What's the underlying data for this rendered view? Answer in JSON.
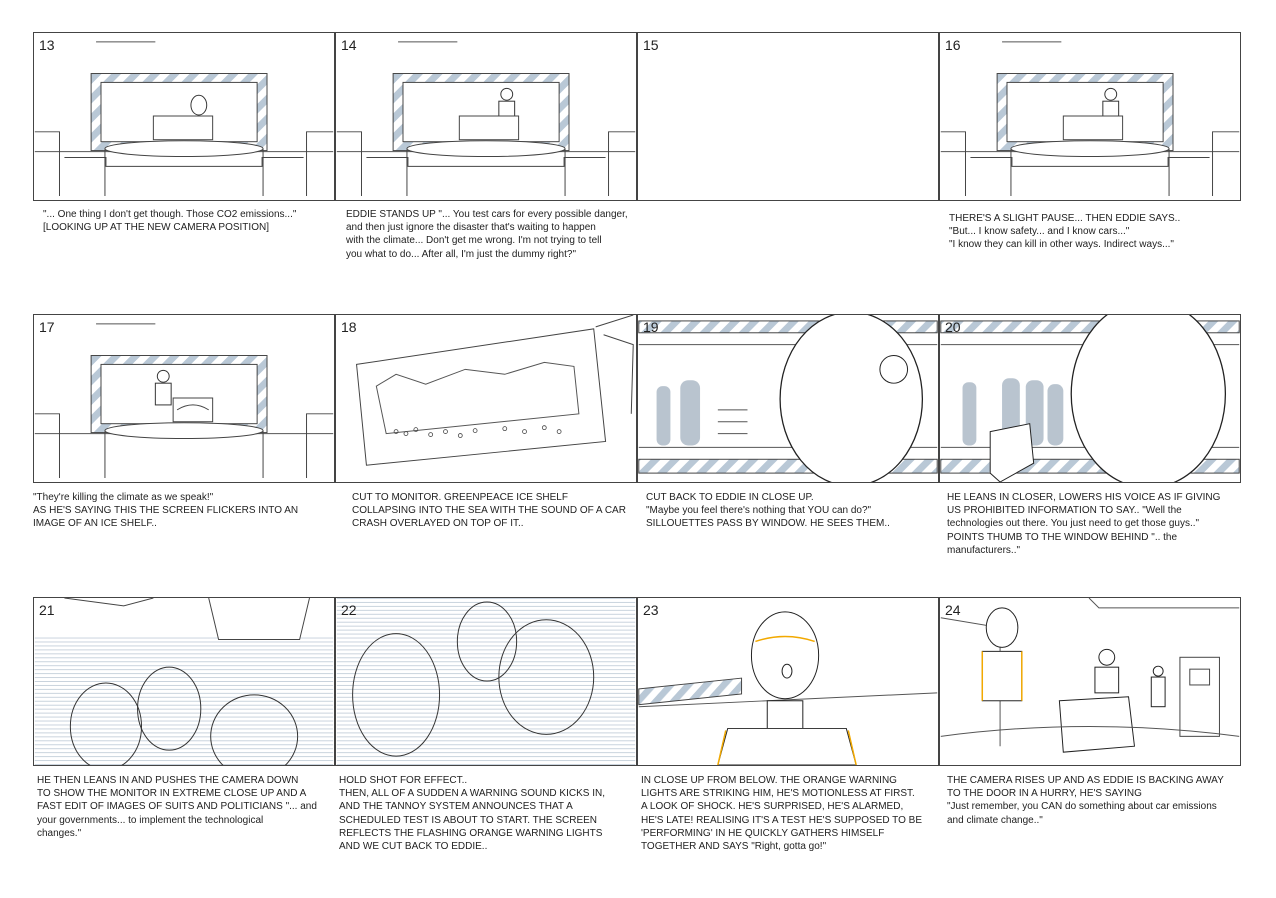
{
  "accent_color": "#f2a900",
  "stripe_color": "#b9c8d6",
  "panels": [
    {
      "number": "13",
      "caption": "\"... One thing I don't get though. Those CO2 emissions...\"\n[LOOKING UP AT THE NEW CAMERA POSITION]"
    },
    {
      "number": "14",
      "caption": "EDDIE STANDS UP \"... You test cars for every possible danger,\nand then just ignore the disaster that's waiting to happen\nwith the climate... Don't get me wrong. I'm not trying to tell\nyou what to do... After all, I'm just the dummy right?\""
    },
    {
      "number": "15",
      "caption": ""
    },
    {
      "number": "16",
      "caption": "THERE'S A SLIGHT PAUSE... THEN EDDIE SAYS..\n\"But... I know safety... and I know cars...\"\n\"I know they can kill in other ways. Indirect ways...\""
    },
    {
      "number": "17",
      "caption": "\"They're killing the climate as we speak!\"\nAS HE'S SAYING THIS THE SCREEN FLICKERS INTO AN\nIMAGE OF AN ICE SHELF.."
    },
    {
      "number": "18",
      "caption": "CUT TO MONITOR. GREENPEACE ICE SHELF\nCOLLAPSING INTO THE SEA WITH THE SOUND OF A CAR\nCRASH OVERLAYED ON TOP OF IT.."
    },
    {
      "number": "19",
      "caption": "CUT BACK TO EDDIE IN CLOSE UP.\n\"Maybe you feel there's nothing that YOU can do?\"\nSILLOUETTES PASS BY WINDOW. HE SEES THEM.."
    },
    {
      "number": "20",
      "caption": "HE LEANS IN CLOSER, LOWERS HIS VOICE AS IF GIVING\nUS PROHIBITED INFORMATION TO SAY.. \"Well the\ntechnologies out there. You just need to get those guys..\"\nPOINTS THUMB TO THE WINDOW BEHIND \".. the\nmanufacturers..\""
    },
    {
      "number": "21",
      "caption": "HE THEN LEANS IN AND PUSHES THE CAMERA DOWN\nTO SHOW THE MONITOR IN EXTREME CLOSE UP AND A\nFAST EDIT OF IMAGES OF SUITS AND POLITICIANS \"... and\nyour governments... to implement the technological\nchanges.\""
    },
    {
      "number": "22",
      "caption": "HOLD SHOT FOR EFFECT..\nTHEN, ALL OF A SUDDEN A WARNING SOUND KICKS IN,\nAND THE TANNOY SYSTEM ANNOUNCES THAT A\nSCHEDULED TEST IS ABOUT TO START. THE SCREEN\nREFLECTS THE FLASHING ORANGE WARNING LIGHTS\nAND WE CUT BACK TO EDDIE.."
    },
    {
      "number": "23",
      "caption": "IN CLOSE UP FROM BELOW. THE ORANGE WARNING\nLIGHTS ARE STRIKING HIM, HE'S MOTIONLESS AT FIRST.\nA LOOK OF SHOCK. HE'S SURPRISED, HE'S ALARMED,\nHE'S LATE! REALISING IT'S A TEST HE'S SUPPOSED TO BE\n'PERFORMING' IN HE QUICKLY GATHERS HIMSELF\nTOGETHER AND SAYS \"Right, gotta go!\""
    },
    {
      "number": "24",
      "caption": "THE CAMERA RISES UP AND AS EDDIE IS BACKING AWAY\nTO THE DOOR IN A HURRY, HE'S SAYING\n\"Just remember, you CAN do something about car emissions\nand climate change..\""
    }
  ]
}
